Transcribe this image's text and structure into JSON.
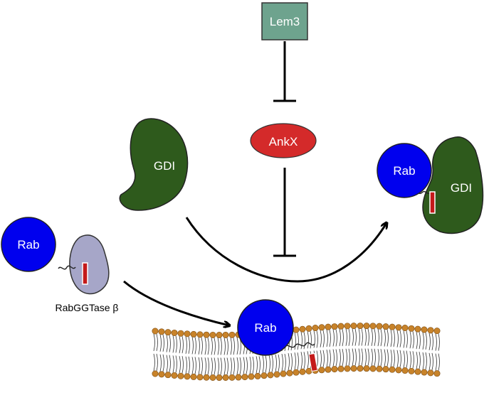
{
  "labels": {
    "lem3": "Lem3",
    "ankx": "AnkX",
    "gdi_free": "GDI",
    "gdi_complex": "GDI",
    "rab_complex": "Rab",
    "rab_left": "Rab",
    "rab_membrane": "Rab",
    "rabggtase": "RabGGTase β"
  },
  "colors": {
    "rab_blue": "#0000ee",
    "gdi_green": "#2e5a1c",
    "ankx_red": "#d42a2a",
    "lem3_teal": "#6ea38e",
    "rabggtase_lavender": "#a6a6c8",
    "lipid_head": "#c8832a",
    "prenyl_red": "#c41a1a"
  }
}
